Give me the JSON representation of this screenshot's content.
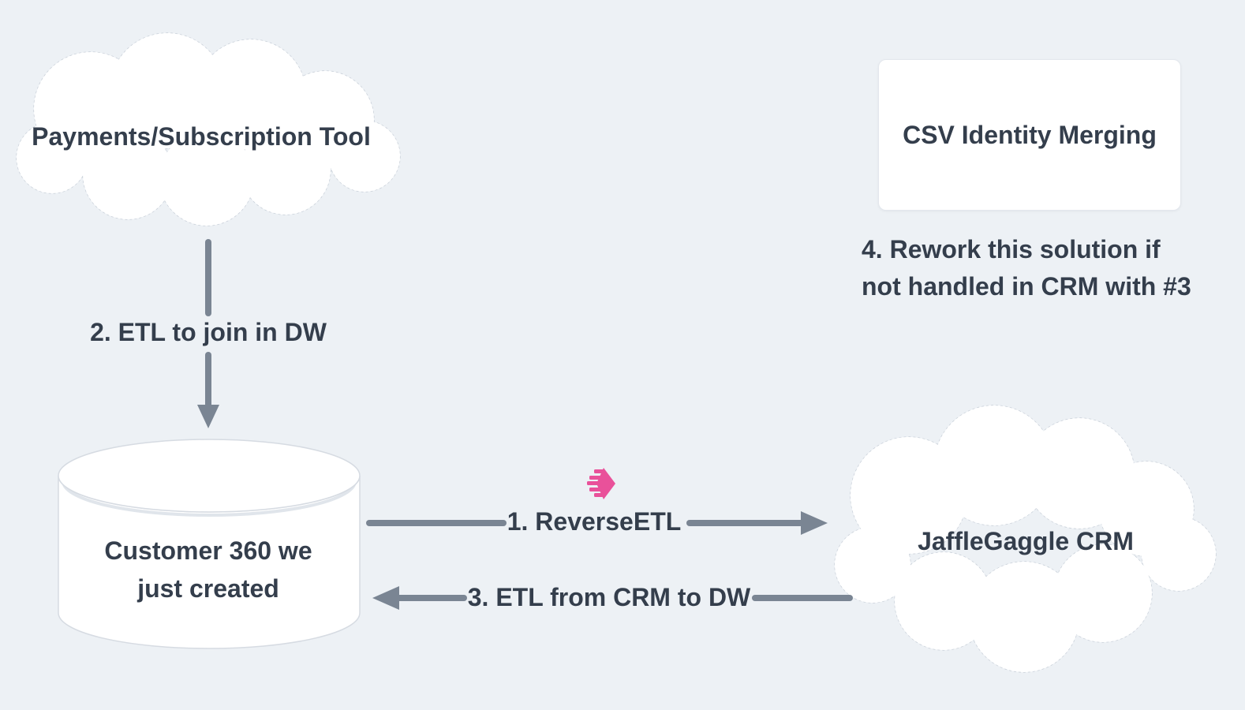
{
  "diagram": {
    "canvas_background": "#EDF1F5",
    "colors": {
      "text": "#343E4C",
      "arrow": "#7A8593",
      "node_fill": "#FFFFFF",
      "node_border": "#C9D0D9",
      "accent_pink": "#E9519A"
    },
    "nodes": {
      "payments_cloud": {
        "shape": "cloud",
        "label": "Payments/Subscription Tool"
      },
      "csv_box": {
        "shape": "rounded-rectangle",
        "label": "CSV Identity Merging"
      },
      "customer360_db": {
        "shape": "cylinder",
        "label_line1": "Customer 360 we",
        "label_line2": "just created"
      },
      "jafflegaggle_cloud": {
        "shape": "cloud",
        "label": "JaffleGaggle CRM"
      }
    },
    "edges": {
      "etl_join": {
        "from": "payments_cloud",
        "to": "customer360_db",
        "label": "2. ETL to join in DW"
      },
      "reverse_etl": {
        "from": "customer360_db",
        "to": "jafflegaggle_cloud",
        "label": "1. ReverseETL"
      },
      "etl_from_crm": {
        "from": "jafflegaggle_cloud",
        "to": "customer360_db",
        "label": "3. ETL from CRM to DW"
      }
    },
    "notes": {
      "rework": {
        "line1": "4. Rework this solution if",
        "line2": "not handled in CRM with #3"
      }
    },
    "icons": {
      "reverse_etl_logo": {
        "name": "speed-hexagon-logo-icon",
        "color": "#E9519A"
      }
    }
  }
}
